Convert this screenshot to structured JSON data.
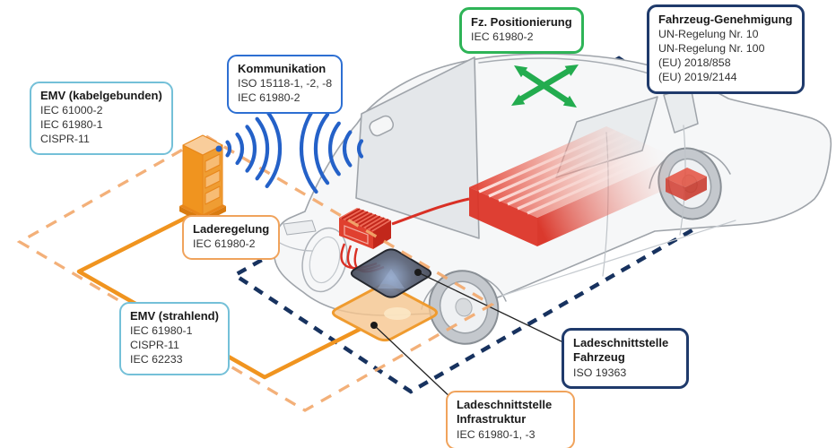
{
  "colors": {
    "station_orange": "#F0941F",
    "dashed_orange": "#F2A96E",
    "navy": "#1F3A6B",
    "communication_blue": "#2D6FD2",
    "emv_cyan": "#74C0D8",
    "positioning_green": "#2EB457",
    "battery_red": "#E0382B",
    "car_outline_grey": "#9FA4AA"
  },
  "icons": {
    "communication_waves": "radio-wave-arcs-icon",
    "positioning_arrows": "four-direction-arrows-icon",
    "charging_station": "orange-pillar-icon",
    "callout_marker": "black-dot-icon"
  },
  "boxes": {
    "emv_kabelgebunden": {
      "title": "EMV (kabelgebunden)",
      "lines": [
        "IEC 61000-2",
        "IEC 61980-1",
        "CISPR-11"
      ]
    },
    "kommunikation": {
      "title": "Kommunikation",
      "lines": [
        "ISO 15118-1, -2, -8",
        "IEC 61980-2"
      ]
    },
    "fz_positionierung": {
      "title": "Fz. Positionierung",
      "lines": [
        "IEC 61980-2"
      ]
    },
    "fahrzeug_genehmigung": {
      "title": "Fahrzeug-Genehmigung",
      "lines": [
        "UN-Regelung Nr. 10",
        "UN-Regelung Nr. 100",
        "(EU) 2018/858",
        "(EU) 2019/2144"
      ]
    },
    "laderegelung": {
      "title": "Laderegelung",
      "lines": [
        "IEC 61980-2"
      ]
    },
    "emv_strahlend": {
      "title": "EMV (strahlend)",
      "lines": [
        "IEC 61980-1",
        "CISPR-11",
        "IEC 62233"
      ]
    },
    "ladeschnittstelle_fahrzeug": {
      "title": "Ladeschnittstelle Fahrzeug",
      "lines": [
        "ISO 19363"
      ]
    },
    "ladeschnittstelle_infrastruktur": {
      "title": "Ladeschnittstelle Infrastruktur",
      "lines": [
        "IEC 61980-1, -3"
      ]
    }
  }
}
